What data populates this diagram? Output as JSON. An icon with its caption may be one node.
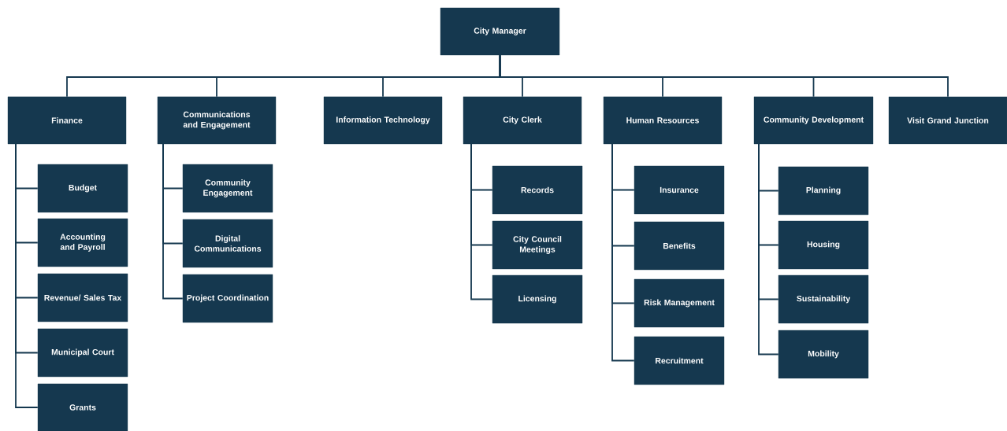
{
  "diagram": {
    "nodes": [
      {
        "text": [
          "City Manager"
        ]
      },
      {
        "text": [
          "Finance"
        ]
      },
      {
        "text": [
          "Communications and Engagement"
        ]
      },
      {
        "text": [
          "Information Technology"
        ]
      },
      {
        "text": [
          "City Clerk"
        ]
      },
      {
        "text": [
          "Human Resources"
        ]
      },
      {
        "text": [
          "Community Development"
        ]
      },
      {
        "text": [
          "Visit Grand Junction"
        ]
      },
      {
        "text": [
          "Budget"
        ]
      },
      {
        "text": [
          "Accounting and Payroll"
        ]
      },
      {
        "text": [
          "Revenue/ Sales Tax"
        ]
      },
      {
        "text": [
          "Municipal Court"
        ]
      },
      {
        "text": [
          "Grants"
        ]
      },
      {
        "text": [
          "Community Engagement"
        ]
      },
      {
        "text": [
          "Digital Communications"
        ]
      },
      {
        "text": [
          "Project Coordination"
        ]
      },
      {
        "text": [
          "Records"
        ]
      },
      {
        "text": [
          "City Council Meetings"
        ]
      },
      {
        "text": [
          "Licensing"
        ]
      },
      {
        "text": [
          "Insurance"
        ]
      },
      {
        "text": [
          "Benefits"
        ]
      },
      {
        "text": [
          "Risk Management"
        ]
      },
      {
        "text": [
          "Recruitment"
        ]
      },
      {
        "text": [
          "Planning"
        ]
      },
      {
        "text": [
          "Housing"
        ]
      },
      {
        "text": [
          "Sustainability"
        ]
      },
      {
        "text": [
          "Mobility"
        ]
      }
    ],
    "edges": [
      {
        "from": 0,
        "to": 1,
        "arrow": "none"
      },
      {
        "from": 0,
        "to": 2,
        "arrow": "none"
      },
      {
        "from": 0,
        "to": 3,
        "arrow": "none"
      },
      {
        "from": 0,
        "to": 4,
        "arrow": "none"
      },
      {
        "from": 0,
        "to": 5,
        "arrow": "none"
      },
      {
        "from": 0,
        "to": 6,
        "arrow": "none"
      },
      {
        "from": 0,
        "to": 7,
        "arrow": "none"
      },
      {
        "from": 1,
        "to": 8,
        "arrow": "none"
      },
      {
        "from": 1,
        "to": 9,
        "arrow": "none"
      },
      {
        "from": 1,
        "to": 10,
        "arrow": "none"
      },
      {
        "from": 1,
        "to": 11,
        "arrow": "none"
      },
      {
        "from": 1,
        "to": 12,
        "arrow": "none"
      },
      {
        "from": 2,
        "to": 13,
        "arrow": "none"
      },
      {
        "from": 2,
        "to": 14,
        "arrow": "none"
      },
      {
        "from": 2,
        "to": 15,
        "arrow": "none"
      },
      {
        "from": 4,
        "to": 16,
        "arrow": "none"
      },
      {
        "from": 4,
        "to": 17,
        "arrow": "none"
      },
      {
        "from": 4,
        "to": 18,
        "arrow": "none"
      },
      {
        "from": 5,
        "to": 19,
        "arrow": "none"
      },
      {
        "from": 5,
        "to": 20,
        "arrow": "none"
      },
      {
        "from": 5,
        "to": 21,
        "arrow": "none"
      },
      {
        "from": 5,
        "to": 22,
        "arrow": "none"
      },
      {
        "from": 6,
        "to": 23,
        "arrow": "none"
      },
      {
        "from": 6,
        "to": 24,
        "arrow": "none"
      },
      {
        "from": 6,
        "to": 25,
        "arrow": "none"
      },
      {
        "from": 6,
        "to": 26,
        "arrow": "none"
      }
    ]
  }
}
